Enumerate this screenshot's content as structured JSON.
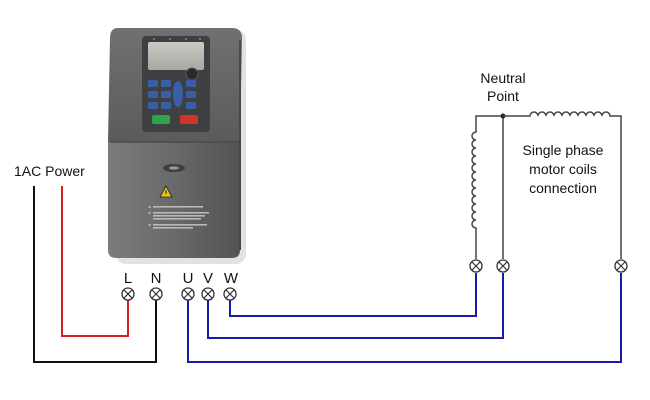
{
  "labels": {
    "power": "1AC Power",
    "neutral_line1": "Neutral",
    "neutral_line2": "Point",
    "coils_line1": "Single phase",
    "coils_line2": "motor coils",
    "coils_line3": "connection"
  },
  "terminals": [
    "L",
    "N",
    "U",
    "V",
    "W"
  ],
  "colors": {
    "power_live": "#d42020",
    "power_neutral": "#111111",
    "motor_wires": "#1a1aa8",
    "coil": "#444444",
    "vfd_body": "#5f6062",
    "vfd_start": "#2fa34a",
    "vfd_stop": "#d2332b",
    "vfd_keys": "#3a5ea8"
  },
  "icons": {
    "warning": "warning-triangle-icon",
    "terminal": "screw-terminal-icon",
    "logo": "brand-logo-icon"
  }
}
